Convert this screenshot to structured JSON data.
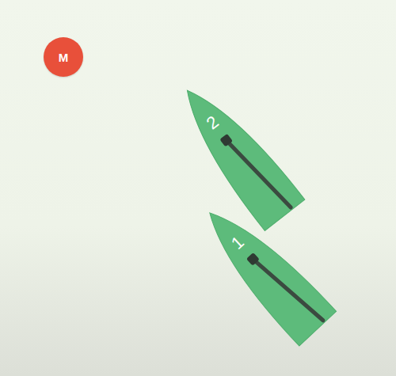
{
  "diagram": {
    "nodes": [
      {
        "text": [
          "M"
        ]
      },
      {
        "text": [
          "2"
        ]
      },
      {
        "text": [
          "1"
        ]
      }
    ]
  }
}
